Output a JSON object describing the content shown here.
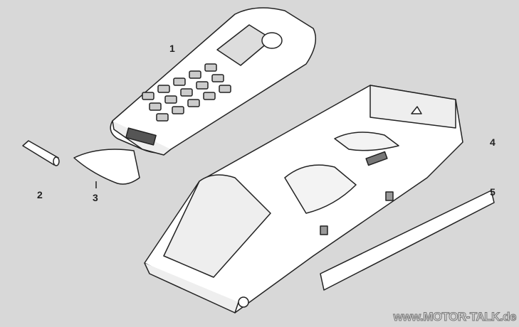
{
  "labels": {
    "phone": "1",
    "battery": "2",
    "cover": "3",
    "cradle": "4",
    "strip": "5"
  },
  "watermark": "www.MOTOR-TALK.de",
  "colors": {
    "background": "#d8d8d8",
    "part_fill": "#ffffff",
    "line": "#222222"
  }
}
